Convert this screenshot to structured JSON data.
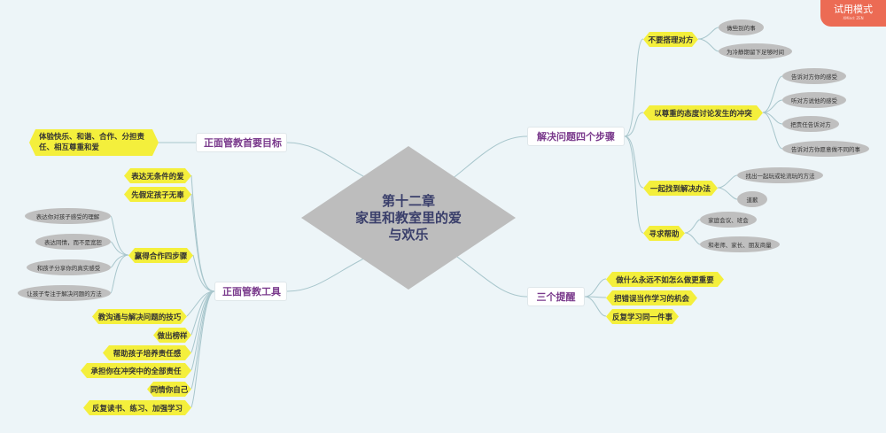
{
  "badge": {
    "label": "试用模式",
    "sub": "XMind: ZEN"
  },
  "center": {
    "line1": "第十二章",
    "line2": "家里和教室里的爱",
    "line3": "与欢乐"
  },
  "branches": {
    "goal": {
      "label": "正面管教首要目标",
      "children": [
        "体验快乐、和谐、合作、分担责任、相互尊重和爱"
      ]
    },
    "tools": {
      "label": "正面管教工具",
      "children": [
        "表达无条件的爱",
        "先假定孩子无辜",
        "赢得合作四步骤",
        "教沟通与解决问题的技巧",
        "做出榜样",
        "帮助孩子培养责任感",
        "承担你在冲突中的全部责任",
        "同情你自己",
        "反复读书、练习、加强学习"
      ],
      "win_steps": [
        "表达你对孩子感受的理解",
        "表达同情，而不是宽恕",
        "和孩子分享你的真实感受",
        "让孩子专注于解决问题的方法"
      ]
    },
    "steps": {
      "label": "解决问题四个步骤",
      "children": [
        {
          "label": "不要搭理对方",
          "items": [
            "做些别的事",
            "为冷静期留下足够时间"
          ]
        },
        {
          "label": "以尊重的态度讨论发生的冲突",
          "items": [
            "告诉对方你的感受",
            "听对方说他的感受",
            "把责任告诉对方",
            "告诉对方你愿意做不同的事"
          ]
        },
        {
          "label": "一起找到解决办法",
          "items": [
            "找出一起玩或轮流玩的方法",
            "道歉"
          ]
        },
        {
          "label": "寻求帮助",
          "items": [
            "家庭会议、班会",
            "和老师、家长、朋友商量"
          ]
        }
      ]
    },
    "reminders": {
      "label": "三个提醒",
      "children": [
        "做什么永远不如怎么做更重要",
        "把错误当作学习的机会",
        "反复学习同一件事"
      ]
    }
  }
}
